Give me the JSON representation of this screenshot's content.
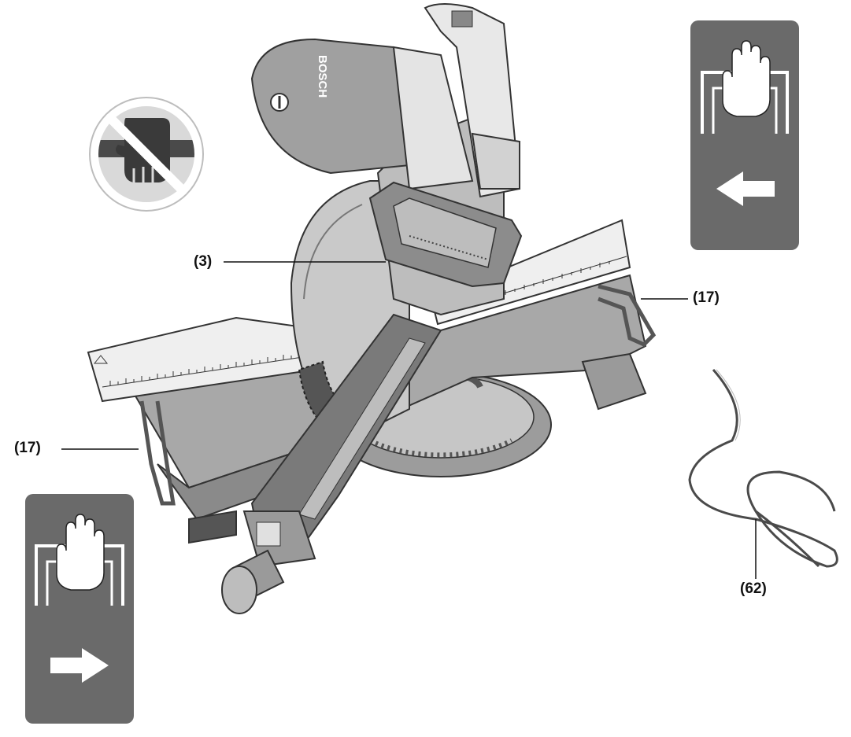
{
  "brand": {
    "motor_logo": "BOSCH"
  },
  "callouts": {
    "handle": "(3)",
    "extension_right": "(17)",
    "extension_left": "(17)",
    "cable": "(62)"
  },
  "pictograms": [
    {
      "kind": "prohibition",
      "icon": "no-hand-grip-icon"
    },
    {
      "kind": "instruction",
      "icon": "hand-push-left-icon",
      "direction": "left"
    },
    {
      "kind": "instruction",
      "icon": "hand-push-right-icon",
      "direction": "right"
    }
  ],
  "colors": {
    "ink": "#111111",
    "panel": "#6a6a6a",
    "metal": "#c9c9c9",
    "body": "#a8a8a8",
    "dark": "#4a4a4a"
  }
}
